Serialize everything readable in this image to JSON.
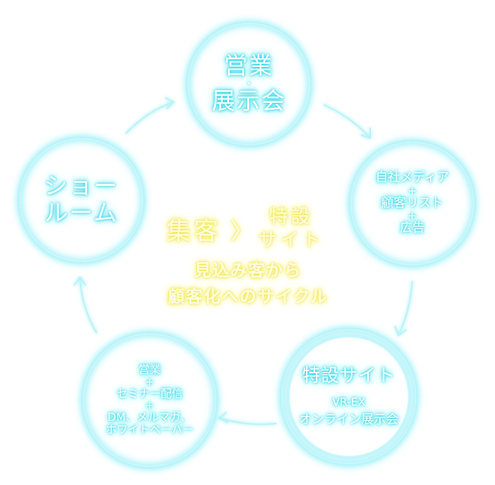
{
  "nodes": {
    "top": {
      "line1": "営業",
      "dot": "・",
      "line2": "展示会"
    },
    "right": {
      "line1": "自社メディア",
      "plus1": "+",
      "line2": "顧客リスト",
      "plus2": "+",
      "line3": "広告"
    },
    "bottom_right": {
      "title": "特設サイト",
      "line1": "VR-EX",
      "line2": "オンライン展示会"
    },
    "bottom_left": {
      "line1": "営業",
      "plus1": "+",
      "line2": "セミナー配信",
      "plus2": "+",
      "line3": "DM、メルマガ、",
      "line4": "ホワイトペーパー"
    },
    "left": {
      "line1": "ショー",
      "line2": "ルーム"
    }
  },
  "center": {
    "left_word": "集客",
    "arrow": "〉",
    "right_line1": "特設",
    "right_line2": "サイト",
    "caption_line1": "見込み客から",
    "caption_line2": "顧客化へのサイクル"
  },
  "colors": {
    "glow": "#2fd6e8",
    "ring": "#c9f6fb",
    "yellow_glow": "#f2e43a"
  }
}
